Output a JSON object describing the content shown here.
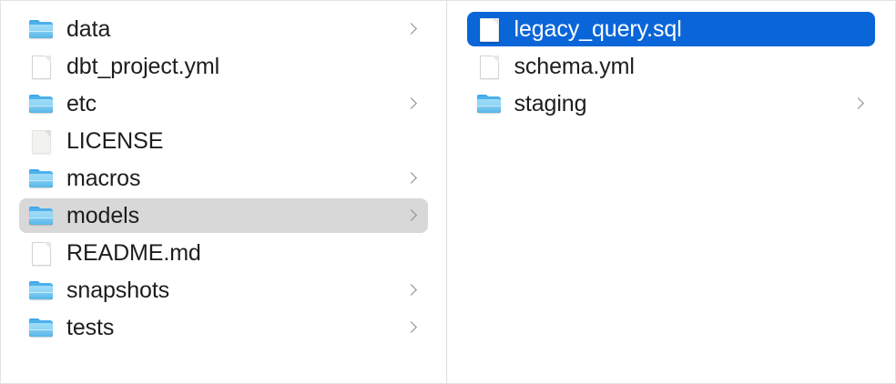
{
  "window": {
    "view": "column",
    "background_color": "#ffffff",
    "divider_color": "#dcdcdc",
    "selection_active_color": "#0a66d8",
    "selection_inactive_color": "#d8d8d8",
    "text_color": "#1d1d1f",
    "chevron_color": "#8a8a8e"
  },
  "columns": [
    {
      "name": "parent-column",
      "items": [
        {
          "label": "data",
          "kind": "folder",
          "icon": "folder-icon",
          "has_chevron": true,
          "selected": false
        },
        {
          "label": "dbt_project.yml",
          "kind": "file",
          "icon": "document-icon",
          "has_chevron": false,
          "selected": false
        },
        {
          "label": "etc",
          "kind": "folder",
          "icon": "folder-icon",
          "has_chevron": true,
          "selected": false
        },
        {
          "label": "LICENSE",
          "kind": "file",
          "icon": "document-plain-icon",
          "has_chevron": false,
          "selected": false
        },
        {
          "label": "macros",
          "kind": "folder",
          "icon": "folder-icon",
          "has_chevron": true,
          "selected": false
        },
        {
          "label": "models",
          "kind": "folder",
          "icon": "folder-icon",
          "has_chevron": true,
          "selected": true
        },
        {
          "label": "README.md",
          "kind": "file",
          "icon": "document-icon",
          "has_chevron": false,
          "selected": false
        },
        {
          "label": "snapshots",
          "kind": "folder",
          "icon": "folder-icon",
          "has_chevron": true,
          "selected": false
        },
        {
          "label": "tests",
          "kind": "folder",
          "icon": "folder-icon",
          "has_chevron": true,
          "selected": false
        }
      ]
    },
    {
      "name": "child-column",
      "items": [
        {
          "label": "legacy_query.sql",
          "kind": "file",
          "icon": "document-icon",
          "has_chevron": false,
          "selected": true
        },
        {
          "label": "schema.yml",
          "kind": "file",
          "icon": "document-icon",
          "has_chevron": false,
          "selected": false
        },
        {
          "label": "staging",
          "kind": "folder",
          "icon": "folder-icon",
          "has_chevron": true,
          "selected": false
        }
      ]
    }
  ]
}
